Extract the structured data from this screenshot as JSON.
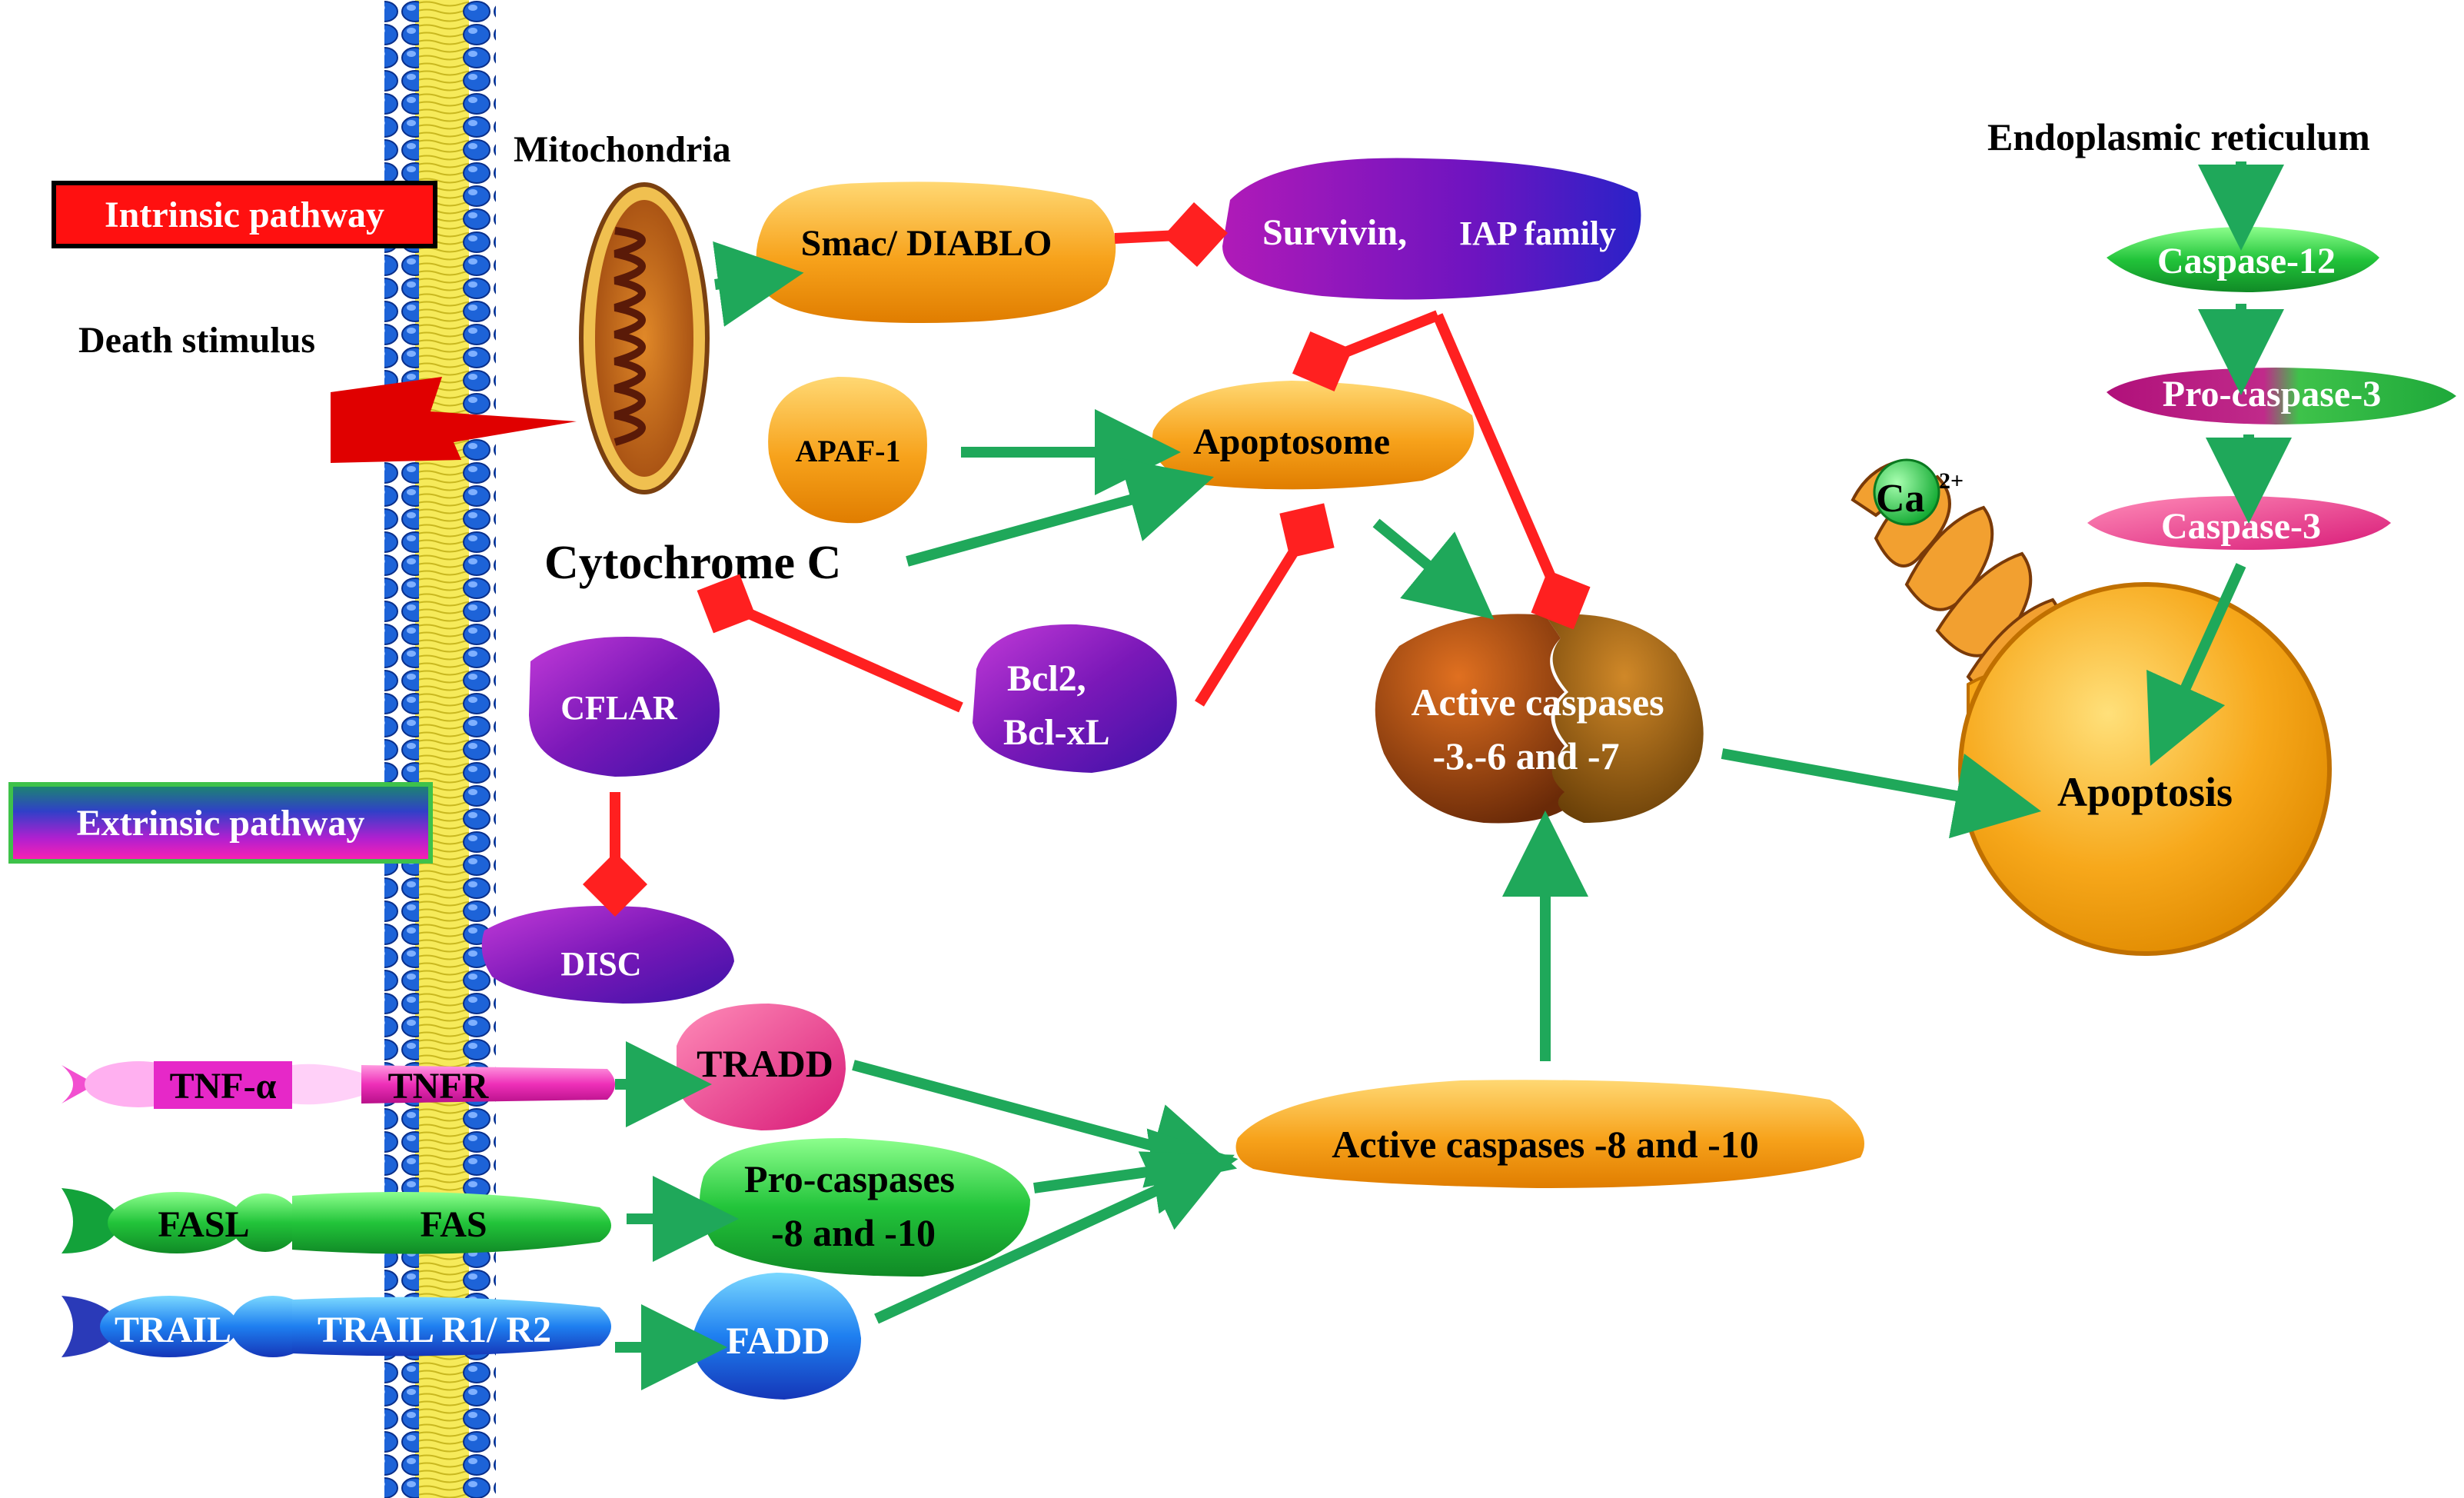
{
  "labels": {
    "intrinsic_pathway": "Intrinsic pathway",
    "extrinsic_pathway": "Extrinsic pathway",
    "death_stimulus": "Death stimulus",
    "mitochondria": "Mitochondria",
    "smac_diablo": "Smac/ DIABLO",
    "survivin": "Survivin,",
    "iap_family": "IAP family",
    "apaf1": "APAF-1",
    "apoptosome": "Apoptosome",
    "cytochrome_c": "Cytochrome C",
    "cflar": "CFLAR",
    "disc": "DISC",
    "bcl2_line1": "Bcl2,",
    "bcl2_line2": "Bcl-xL",
    "active_caspases_367_line1": "Active caspases",
    "active_caspases_367_line2": "-3.-6 and -7",
    "active_caspases_810": "Active caspases -8 and -10",
    "tradd": "TRADD",
    "procaspases_line1": "Pro-caspases",
    "procaspases_line2": "-8 and -10",
    "fadd": "FADD",
    "tnf_alpha": "TNF-α",
    "tnfr": "TNFR",
    "fasl": "FASL",
    "fas": "FAS",
    "trail": "TRAIL",
    "trail_r": "TRAIL  R1/ R2",
    "endoplasmic_reticulum": "Endoplasmic  reticulum",
    "caspase12": "Caspase-12",
    "procaspase3": "Pro-caspase-3",
    "caspase3": "Caspase-3",
    "calcium": "Ca",
    "calcium_charge": "2+",
    "apoptosis": "Apoptosis"
  },
  "colors": {
    "activation_arrow": "#1fa85a",
    "inhibition_arrow": "#ff2020",
    "membrane_blue": "#1d63d8",
    "membrane_yellow": "#f6ea5a",
    "orange": "#f7a21b",
    "purple": "#7a18b8",
    "green": "#22c43a",
    "magenta": "#e0209a"
  }
}
